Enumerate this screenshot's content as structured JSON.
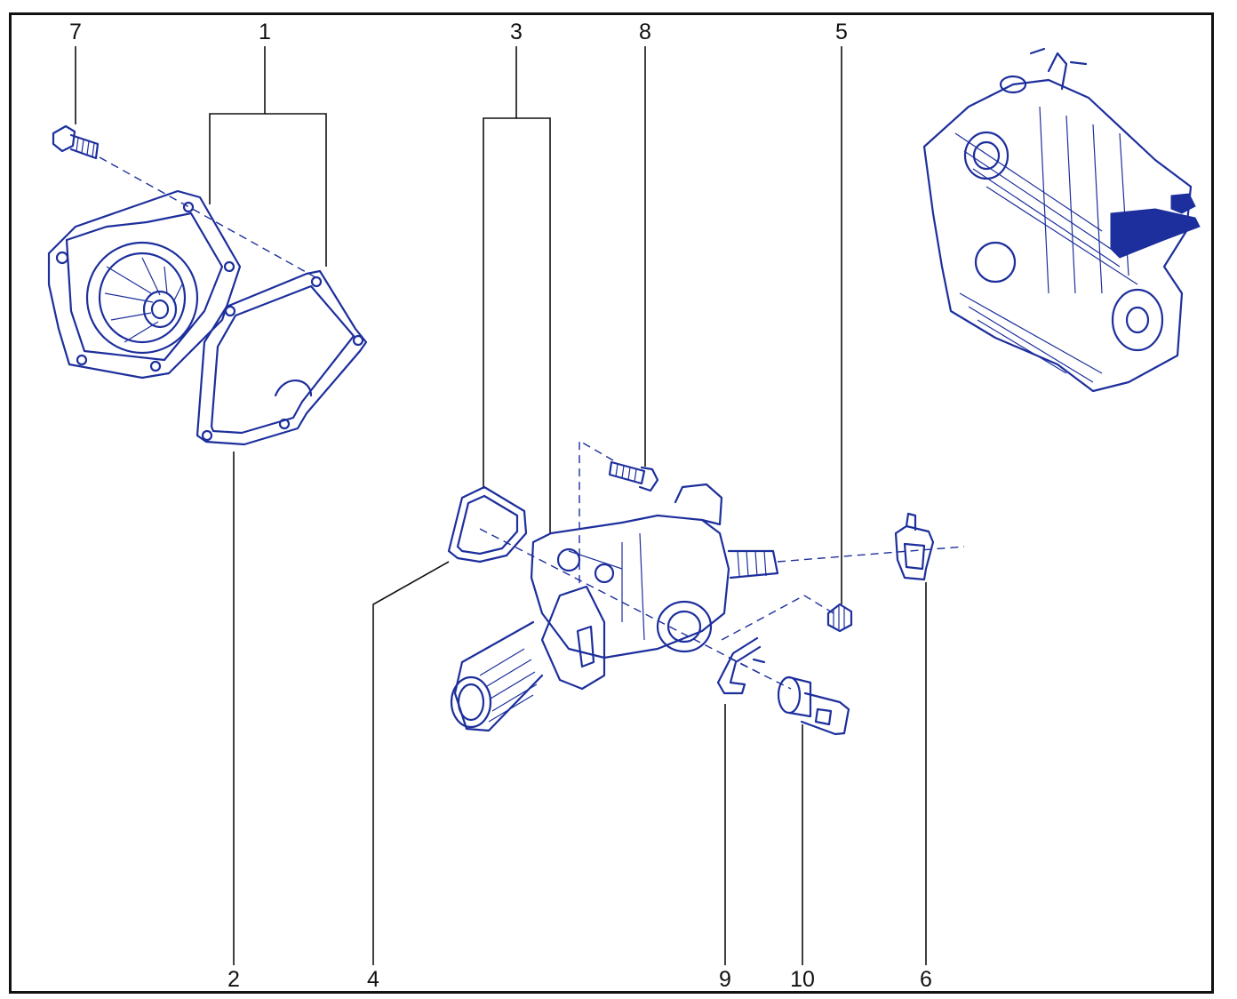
{
  "diagram": {
    "type": "exploded parts diagram",
    "line_color": "#1d2f9c",
    "callout_color": "#111111",
    "callouts": [
      {
        "id": "c7",
        "label": "7"
      },
      {
        "id": "c1",
        "label": "1"
      },
      {
        "id": "c3",
        "label": "3"
      },
      {
        "id": "c8",
        "label": "8"
      },
      {
        "id": "c5",
        "label": "5"
      },
      {
        "id": "c2",
        "label": "2"
      },
      {
        "id": "c4",
        "label": "4"
      },
      {
        "id": "c9",
        "label": "9"
      },
      {
        "id": "c10",
        "label": "10"
      },
      {
        "id": "c6",
        "label": "6"
      }
    ]
  }
}
